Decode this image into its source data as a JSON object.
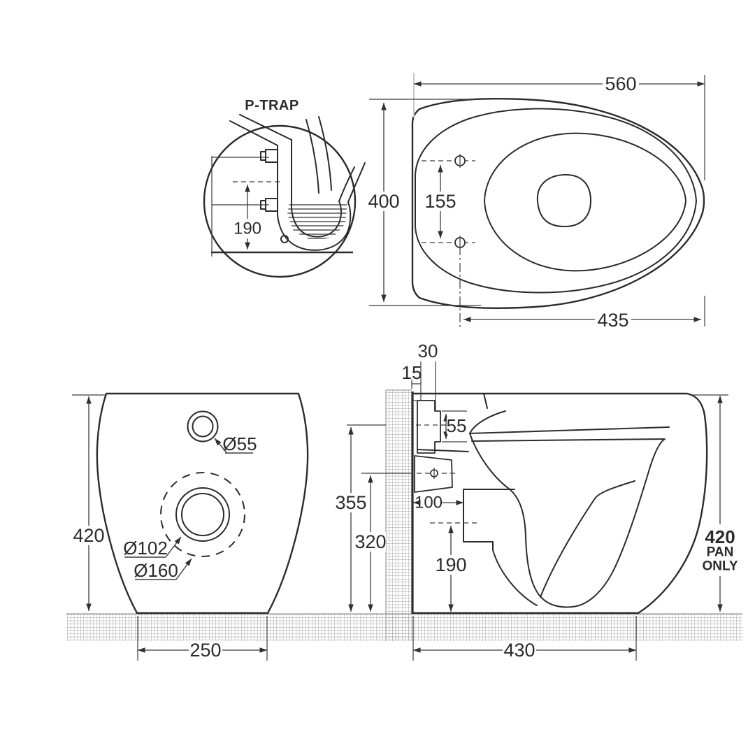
{
  "page": {
    "background": "#ffffff"
  },
  "colors": {
    "line": "#2b2b2b",
    "dimension": "#3c3c3c",
    "hatch": "#9a9a9a",
    "faded_extension": "#c8c8c8"
  },
  "detail_view": {
    "title": "P-TRAP",
    "dims": {
      "trap_height": "190"
    }
  },
  "top_view": {
    "dims": {
      "overall_width": "560",
      "overall_depth": "400",
      "fixing_hole_spacing": "155",
      "hole_to_front": "435"
    }
  },
  "rear_view": {
    "dims": {
      "overall_height": "420",
      "inlet_diameter": "Ø55",
      "outlet_diameter": "Ø102",
      "outlet_recess_diameter": "Ø160",
      "base_width": "250"
    }
  },
  "side_view": {
    "dims": {
      "offset_30": "30",
      "offset_15": "15",
      "inlet_height": "55",
      "inlet_centre_height": "355",
      "fixing_centre_height": "320",
      "outlet_projection": "100",
      "outlet_centre_height": "190",
      "base_depth": "430",
      "pan_height": "420"
    },
    "pan_note_line1": "PAN",
    "pan_note_line2": "ONLY"
  }
}
